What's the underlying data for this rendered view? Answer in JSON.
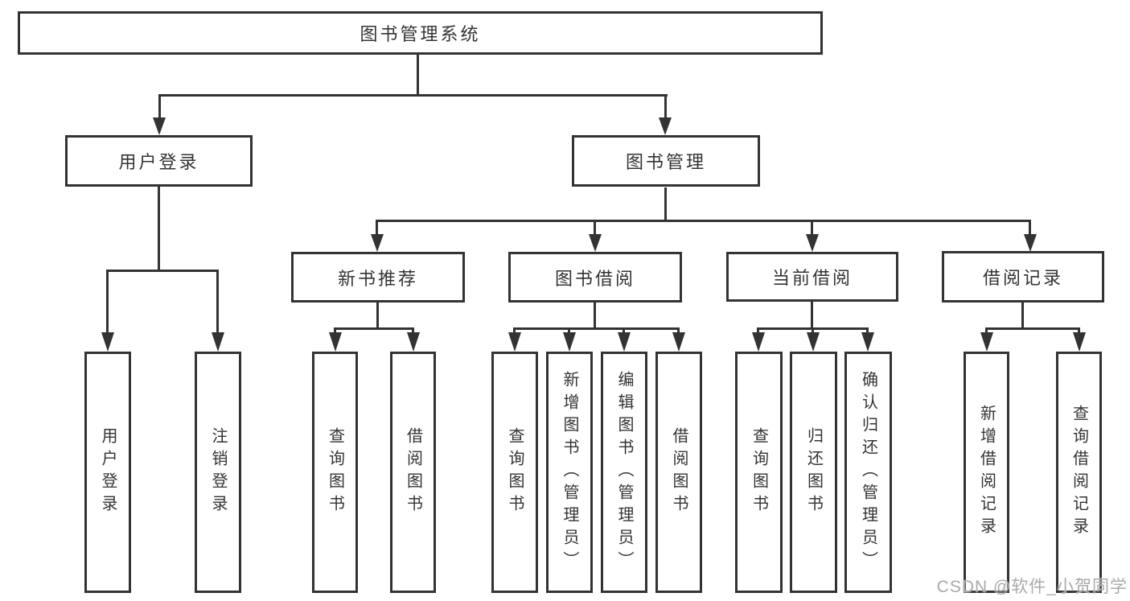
{
  "tree": {
    "label": "图书管理系统",
    "children": [
      {
        "label": "用户登录",
        "children": [
          {
            "label": "用户登录"
          },
          {
            "label": "注销登录"
          }
        ]
      },
      {
        "label": "图书管理",
        "children": [
          {
            "label": "新书推荐",
            "children": [
              {
                "label": "查询图书"
              },
              {
                "label": "借阅图书"
              }
            ]
          },
          {
            "label": "图书借阅",
            "children": [
              {
                "label": "查询图书"
              },
              {
                "label": "新增图书（管理员）"
              },
              {
                "label": "编辑图书（管理员）"
              },
              {
                "label": "借阅图书"
              }
            ]
          },
          {
            "label": "当前借阅",
            "children": [
              {
                "label": "查询图书"
              },
              {
                "label": "归还图书"
              },
              {
                "label": "确认归还（管理员）"
              }
            ]
          },
          {
            "label": "借阅记录",
            "children": [
              {
                "label": "新增借阅记录"
              },
              {
                "label": "查询借阅记录"
              }
            ]
          }
        ]
      }
    ]
  },
  "watermark": {
    "text": "CSDN @软件_小贺同学"
  },
  "colors": {
    "line": "#333333",
    "text": "#333333",
    "box_background": "#ffffff",
    "watermark": "#a9a9a9",
    "background": "#ffffff"
  }
}
